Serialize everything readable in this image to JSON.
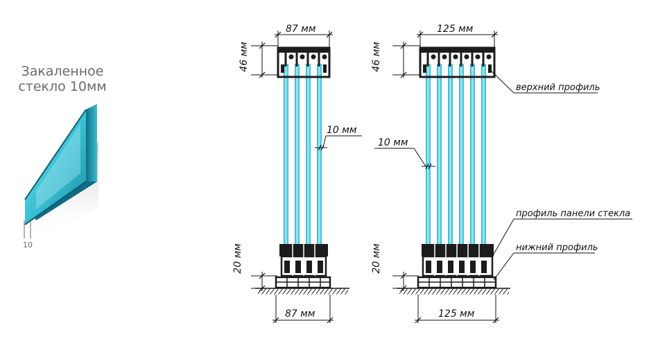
{
  "glass_caption": {
    "line1": "Закаленное",
    "line2": "стекло 10мм"
  },
  "glass_thickness_label": "10",
  "left_diagram": {
    "top_width": "87 мм",
    "top_height": "46 мм",
    "glass_thickness": "10 мм",
    "bottom_height": "20 мм",
    "bottom_width": "87 мм"
  },
  "right_diagram": {
    "top_width": "125 мм",
    "top_height": "46 мм",
    "glass_thickness": "10 мм",
    "bottom_height": "20 мм",
    "bottom_width": "125 мм"
  },
  "callouts": {
    "top_profile": "верхний профиль",
    "glass_panel_profile": "профиль панели стекла",
    "bottom_profile": "нижний профиль"
  },
  "colors": {
    "glass": "#3cc0d4",
    "glass_light": "#b4ecf4",
    "profile": "#1c1c1c",
    "caption": "#6b6b6b"
  }
}
